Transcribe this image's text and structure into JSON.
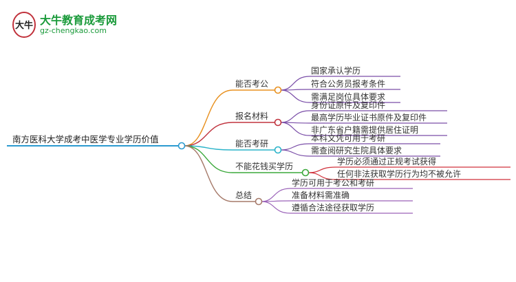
{
  "brand": {
    "logo_text": "大牛",
    "title": "大牛教育成考网",
    "url": "gz-chengkao.com",
    "color": "#1a9a3a"
  },
  "mindmap": {
    "root": "南方医科大学成考中医学专业学历价值",
    "root_color": "#2a9ad0",
    "branches": [
      {
        "label": "能否考公",
        "color": "#e8901e",
        "leaf_color": "#7a4ea8",
        "items": [
          "国家承认学历",
          "符合公务员报考条件",
          "需满足岗位具体要求"
        ]
      },
      {
        "label": "报名材料",
        "color": "#c0333e",
        "leaf_color": "#7a4ea8",
        "items": [
          "身份证原件及复印件",
          "最高学历毕业证书原件及复印件",
          "非广东省户籍需提供居住证明"
        ]
      },
      {
        "label": "能否考研",
        "color": "#2ab3c9",
        "leaf_color": "#7a4ea8",
        "items": [
          "本科文凭可用于考研",
          "需查阅研究生院具体要求"
        ]
      },
      {
        "label": "不能花钱买学历",
        "color": "#3aa83a",
        "leaf_color": "#d0303a",
        "items": [
          "学历必须通过正规考试获得",
          "任何非法获取学历行为均不被允许"
        ]
      },
      {
        "label": "总结",
        "color": "#a67a6a",
        "leaf_color": "#9a62b8",
        "items": [
          "学历可用于考公和考研",
          "准备材料需准确",
          "遵循合法途径获取学历"
        ]
      }
    ]
  }
}
